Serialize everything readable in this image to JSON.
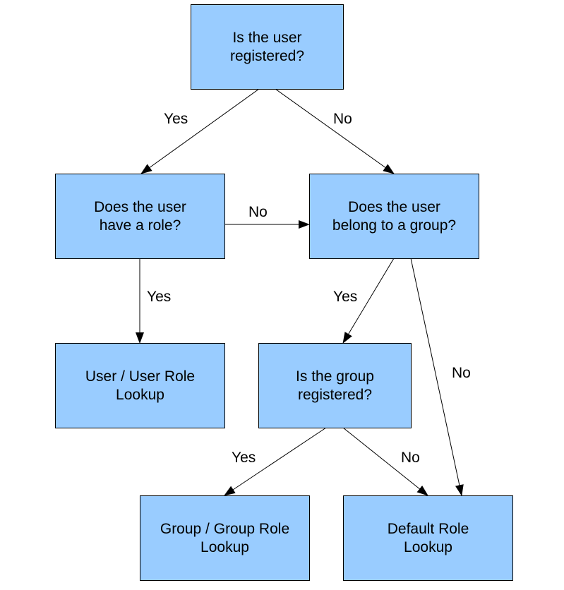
{
  "colors": {
    "node_fill": "#99ccff",
    "stroke": "#000000",
    "background": "#ffffff"
  },
  "nodes": {
    "user_registered": {
      "line1": "Is the user",
      "line2": "registered?"
    },
    "user_has_role": {
      "line1": "Does the user",
      "line2": "have a role?"
    },
    "user_in_group": {
      "line1": "Does the user",
      "line2": "belong to a group?"
    },
    "user_role_lookup": {
      "line1": "User / User Role",
      "line2": "Lookup"
    },
    "group_registered": {
      "line1": "Is the group",
      "line2": "registered?"
    },
    "group_role_lookup": {
      "line1": "Group / Group Role",
      "line2": "Lookup"
    },
    "default_role_lookup": {
      "line1": "Default Role",
      "line2": "Lookup"
    }
  },
  "edges": [
    {
      "from": "user_registered",
      "to": "user_has_role",
      "label": "Yes"
    },
    {
      "from": "user_registered",
      "to": "user_in_group",
      "label": "No"
    },
    {
      "from": "user_has_role",
      "to": "user_in_group",
      "label": "No"
    },
    {
      "from": "user_has_role",
      "to": "user_role_lookup",
      "label": "Yes"
    },
    {
      "from": "user_in_group",
      "to": "group_registered",
      "label": "Yes"
    },
    {
      "from": "user_in_group",
      "to": "default_role_lookup",
      "label": "No"
    },
    {
      "from": "group_registered",
      "to": "group_role_lookup",
      "label": "Yes"
    },
    {
      "from": "group_registered",
      "to": "default_role_lookup",
      "label": "No"
    }
  ]
}
